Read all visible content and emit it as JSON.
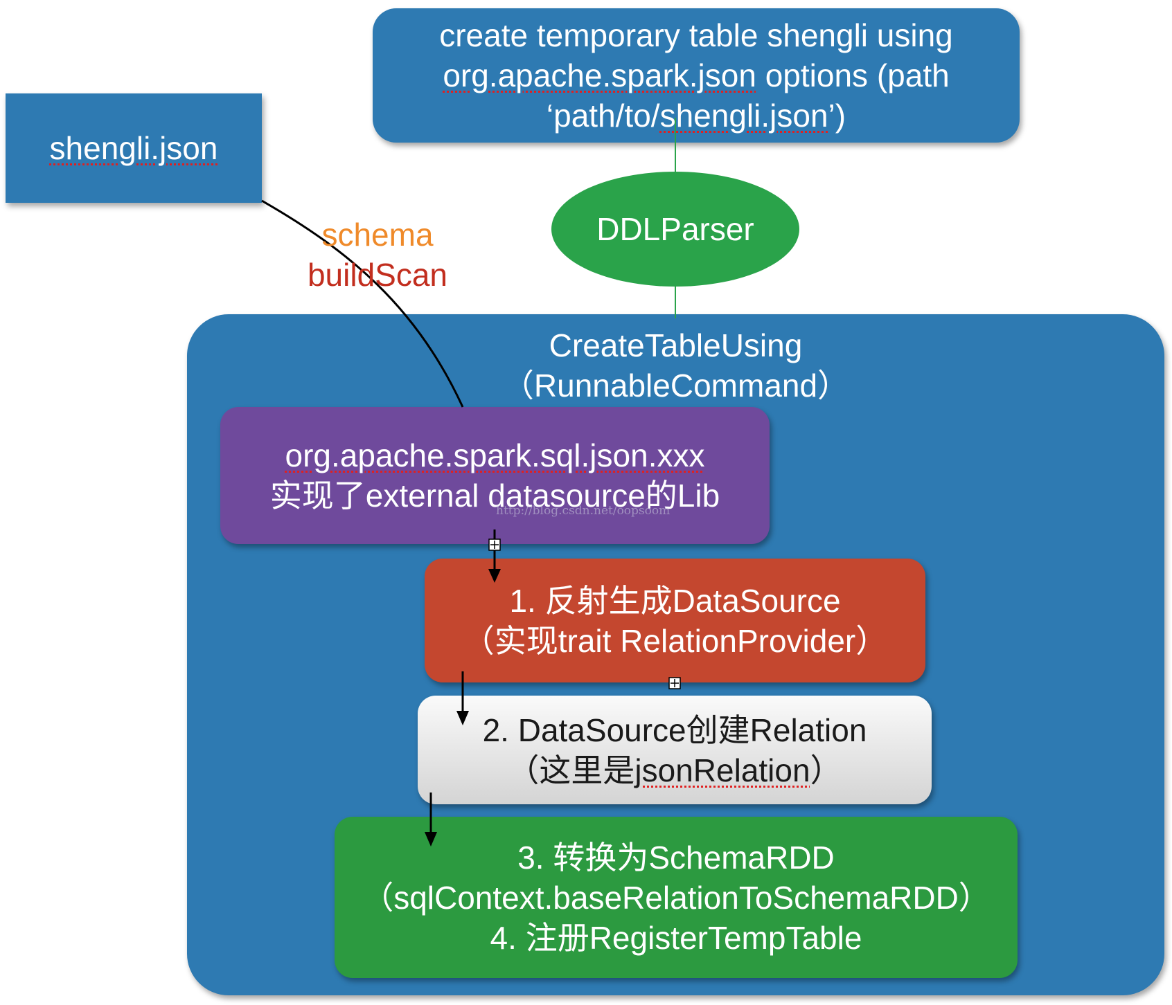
{
  "sql_box": {
    "line1": "create temporary table shengli using",
    "line2_a": "org.apache.spark.json",
    "line2_b": " options (path",
    "line3_a": "‘path/to/",
    "line3_b": "shengli.json",
    "line3_c": "’)"
  },
  "file_box": {
    "label": "shengli.json"
  },
  "parser": {
    "label": "DDLParser"
  },
  "annotations": {
    "schema": "schema",
    "build_scan": "buildScan"
  },
  "container": {
    "title_line1": "CreateTableUsing",
    "title_line2": "（RunnableCommand）"
  },
  "lib_box": {
    "line1": "org.apache.spark.sql.json.xxx",
    "line2": "实现了external datasource的Lib"
  },
  "step1": {
    "line1": "1. 反射生成DataSource",
    "line2": "（实现trait RelationProvider）"
  },
  "step2": {
    "line1": "2. DataSource创建Relation",
    "line2_a": "（这里是",
    "line2_b": "jsonRelation",
    "line2_c": "）"
  },
  "step34": {
    "line1": "3. 转换为SchemaRDD",
    "line2": "（sqlContext.baseRelationToSchemaRDD）",
    "line3": "4. 注册RegisterTempTable"
  },
  "watermark": "http://blog.csdn.net/oopsoom",
  "colors": {
    "blue": "#2e7ab2",
    "green": "#2aa34a",
    "purple": "#6f4a9c",
    "red": "#c4472f",
    "step4_green": "#2c9a40",
    "schema_orange": "#ef8a2a",
    "buildscan_red": "#c22e1e"
  }
}
